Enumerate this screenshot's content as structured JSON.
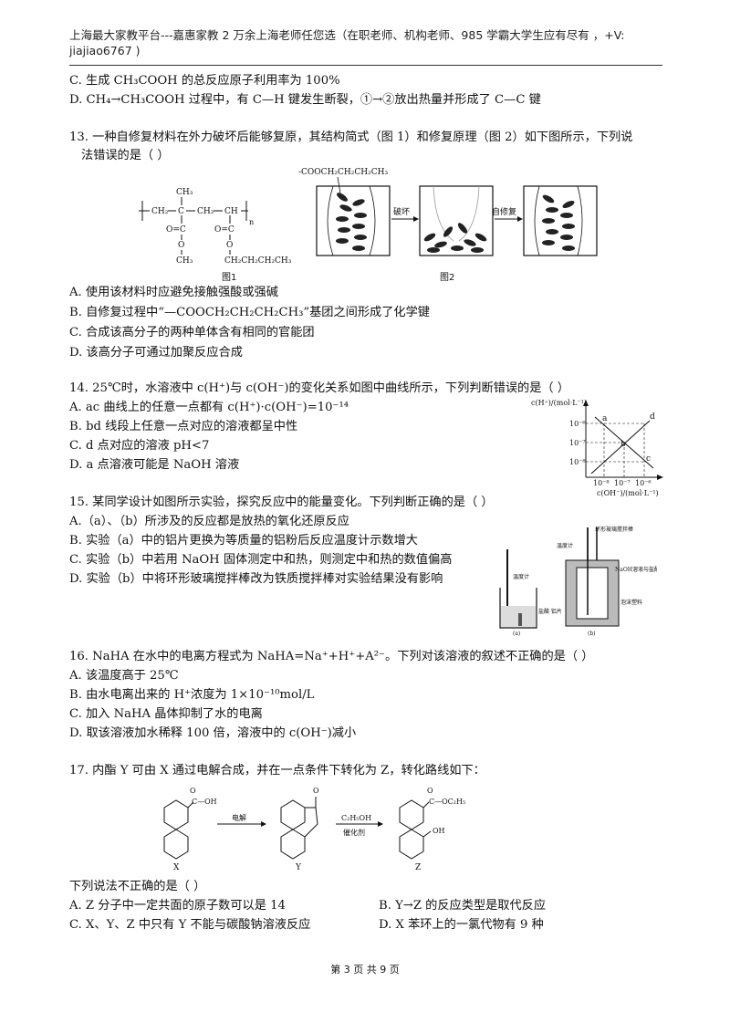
{
  "header": {
    "line1": "上海最大家教平台---嘉惠家教    2 万余上海老师任您选（在职老师、机构老师、985 学霸大学生应有尽有  ，+V:",
    "line2": "jiajiao6767 )"
  },
  "q12": {
    "c": "C. 生成 CH₃COOH 的总反应原子利用率为 100%",
    "d": "D. CH₄→CH₃COOH 过程中，有 C—H 键发生断裂，①→②放出热量并形成了 C—C 键"
  },
  "q13": {
    "stem1": "13. 一种自修复材料在外力破坏后能够复原，其结构简式（图 1）和修复原理（图 2）如下图所示，下列说",
    "stem2": "法错误的是（    ）",
    "fig1_caption": "图1",
    "fig2_caption": "图2",
    "fig2_group": "-COOCH₂CH₂CH₂CH₃",
    "fig2_break": "破坏",
    "fig2_repair": "自修复",
    "formula": {
      "ch3_top": "CH₃",
      "chain_left": "CH₂",
      "chain_c": "C",
      "chain_mid": "CH₂",
      "chain_ch": "CH",
      "n": "n",
      "oc_left": "O=C",
      "oc_right": "O=C",
      "o_left": "O",
      "o_right": "O",
      "ch3_bottom": "CH₃",
      "butyl": "CH₂CH₂CH₂CH₃"
    },
    "a": "A. 使用该材料时应避免接触强酸或强碱",
    "b": "B. 自修复过程中“—COOCH₂CH₂CH₂CH₃”基团之间形成了化学键",
    "c": "C. 合成该高分子的两种单体含有相同的官能团",
    "d": "D. 该高分子可通过加聚反应合成"
  },
  "q14": {
    "stem": "14. 25℃时，水溶液中 c(H⁺)与 c(OH⁻)的变化关系如图中曲线所示，下列判断错误的是（    ）",
    "a": "A. ac 曲线上的任意一点都有 c(H⁺)·c(OH⁻)=10⁻¹⁴",
    "b": "B. bd 线段上任意一点对应的溶液都呈中性",
    "c": "C. d 点对应的溶液 pH<7",
    "d": "D. a 点溶液可能是 NaOH 溶液",
    "graph": {
      "ylabel": "c(H⁺)/(mol·L⁻¹)",
      "xlabel": "c(OH⁻)/(mol·L⁻¹)",
      "yticks": [
        "10⁻⁶",
        "10⁻⁷",
        "10⁻⁸"
      ],
      "xticks": [
        "10⁻⁸",
        "10⁻⁷",
        "10⁻⁶"
      ],
      "points": [
        "a",
        "b",
        "c",
        "d"
      ]
    }
  },
  "q15": {
    "stem": "15. 某同学设计如图所示实验，探究反应中的能量变化。下列判断正确的是（    ）",
    "a": "A.（a）、（b）所涉及的反应都是放热的氧化还原反应",
    "b": "B. 实验（a）中的铝片更换为等质量的铝粉后反应温度计示数增大",
    "c": "C. 实验（b）中若用 NaOH 固体测定中和热，则测定中和热的数值偏高",
    "d": "D. 实验（b）中将环形玻璃搅拌棒改为铁质搅拌棒对实验结果没有影响",
    "fig_a_label": "(a)",
    "fig_b_label": "(b)",
    "fig_a_thermo": "温度计",
    "fig_a_bottom": "盐酸\n铝片",
    "fig_b_stirrer": "环形玻璃搅拌棒",
    "fig_b_thermo": "温度计",
    "fig_b_solution": "NaOH溶液与盐酸",
    "fig_b_foam": "泡沫塑料"
  },
  "q16": {
    "stem": "16. NaHA 在水中的电离方程式为 NaHA=Na⁺+H⁺+A²⁻。下列对该溶液的叙述不正确的是（    ）",
    "a": "A. 该温度高于 25℃",
    "b": "B. 由水电离出来的 H⁺浓度为 1×10⁻¹⁰mol/L",
    "c": "C. 加入 NaHA 晶体抑制了水的电离",
    "d": "D. 取该溶液加水稀释 100 倍，溶液中的 c(OH⁻)减小"
  },
  "q17": {
    "stem": "17. 内酯 Y 可由 X 通过电解合成，并在一点条件下转化为 Z，转化路线如下：",
    "arrow1": "电解",
    "arrow2_top": "C₂H₅OH",
    "arrow2_bottom": "催化剂",
    "label_x": "X",
    "label_y": "Y",
    "label_z": "Z",
    "x_group": "C—OH",
    "x_o": "O",
    "y_o": "O",
    "z_group": "C—OC₂H₅",
    "z_oh": "OH",
    "z_o": "O",
    "question": "下列说法不正确的是（    ）",
    "a": "A. Z 分子中一定共面的原子数可以是 14",
    "b": "B. Y→Z 的反应类型是取代反应",
    "c": "C. X、Y、Z 中只有 Y 不能与碳酸钠溶液反应",
    "d": "D. X 苯环上的一氯代物有 9 种"
  },
  "footer": "第 3 页 共 9 页"
}
